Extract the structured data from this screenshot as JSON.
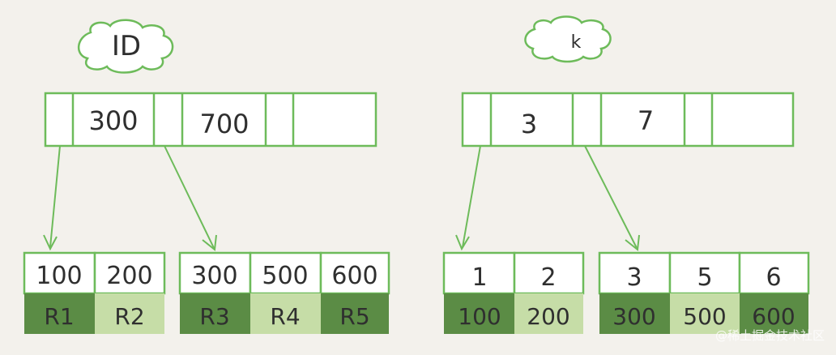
{
  "colors": {
    "background": "#f3f1ec",
    "stroke": "#6dbb5a",
    "dark_cell": "#5b8c45",
    "light_cell": "#c6dda7",
    "text": "#2f2f2f",
    "cloud_fill": "#ffffff"
  },
  "trees": [
    {
      "label": "ID",
      "root_keys": [
        "300",
        "700"
      ],
      "leaves": [
        {
          "keys": [
            "100",
            "200"
          ],
          "values": [
            "R1",
            "R2"
          ]
        },
        {
          "keys": [
            "300",
            "500",
            "600"
          ],
          "values": [
            "R3",
            "R4",
            "R5"
          ]
        }
      ]
    },
    {
      "label": "k",
      "root_keys": [
        "3",
        "7"
      ],
      "leaves": [
        {
          "keys": [
            "1",
            "2"
          ],
          "values": [
            "100",
            "200"
          ]
        },
        {
          "keys": [
            "3",
            "5",
            "6"
          ],
          "values": [
            "300",
            "500",
            "600"
          ]
        }
      ]
    }
  ],
  "watermark": "@稀土掘金技术社区"
}
